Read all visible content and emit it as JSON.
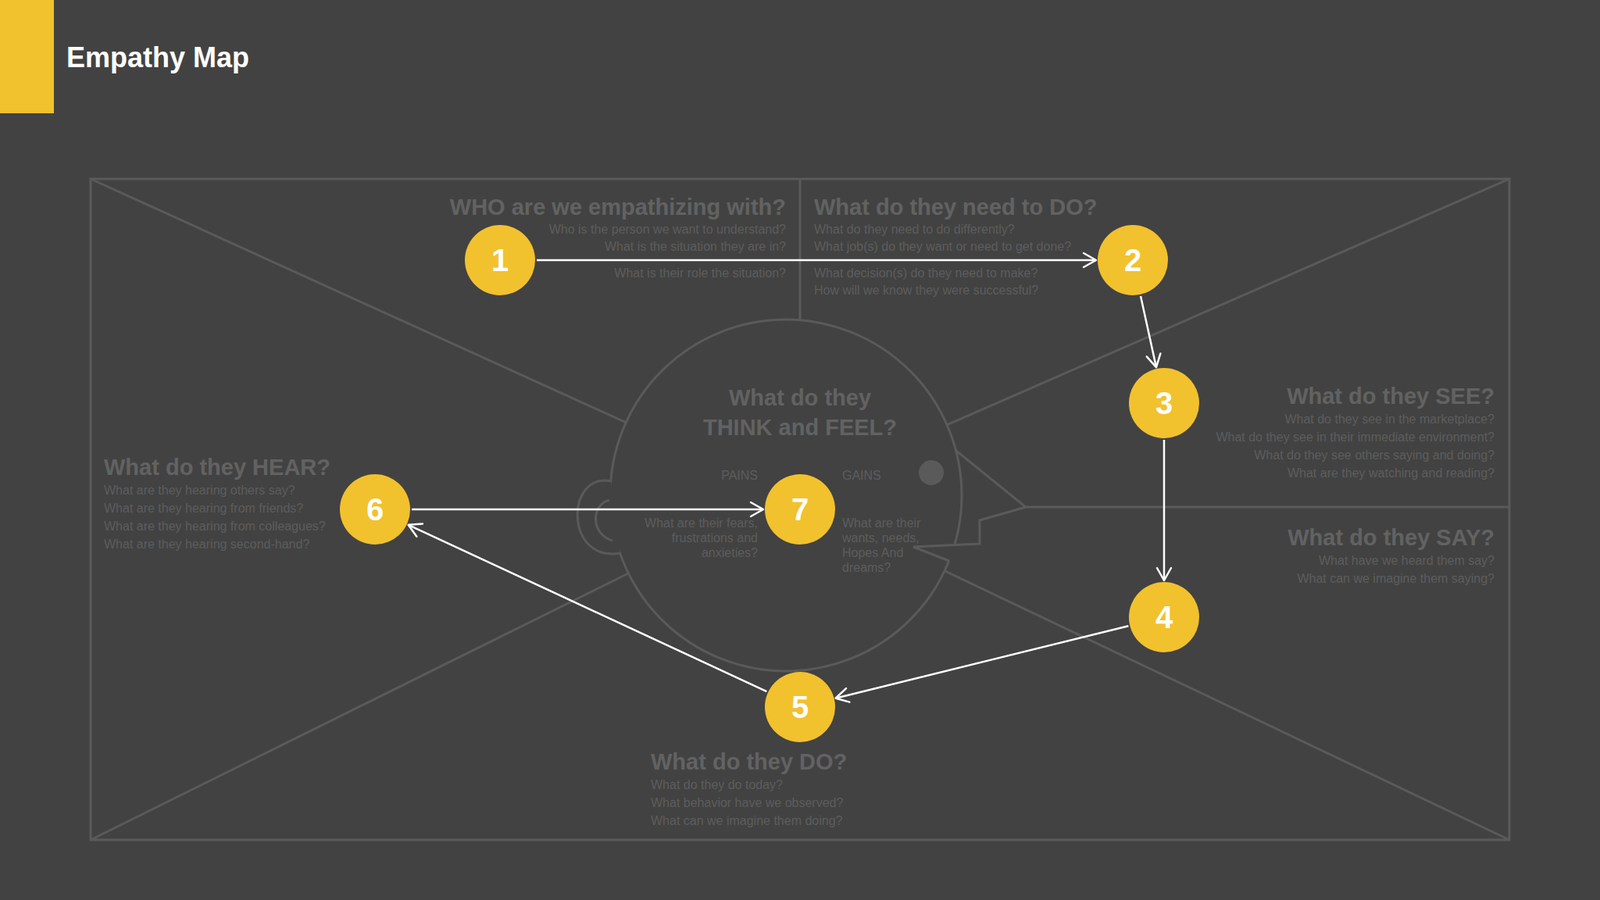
{
  "diagram": {
    "title": "Empathy Map",
    "nodes": [
      {
        "text": [
          "1"
        ]
      },
      {
        "text": [
          "2"
        ]
      },
      {
        "text": [
          "3"
        ]
      },
      {
        "text": [
          "4"
        ]
      },
      {
        "text": [
          "5"
        ]
      },
      {
        "text": [
          "6"
        ]
      },
      {
        "text": [
          "7"
        ]
      }
    ],
    "edges": [
      {
        "from": 0,
        "to": 1,
        "arrow": "to"
      },
      {
        "from": 1,
        "to": 2,
        "arrow": "to"
      },
      {
        "from": 2,
        "to": 3,
        "arrow": "to"
      },
      {
        "from": 3,
        "to": 4,
        "arrow": "to"
      },
      {
        "from": 4,
        "to": 5,
        "arrow": "to"
      },
      {
        "from": 5,
        "to": 6,
        "arrow": "to"
      }
    ],
    "labels": [
      "WHO are we empathizing with?",
      "Who is the person we want to understand?",
      "What is the situation they are in?",
      "What is their role the situation?",
      "What do they need to DO?",
      "What do they need to do differently?",
      "What job(s) do they want or need to get done?",
      "What decision(s) do they need to make?",
      "How will we know they were successful?",
      "What do they SEE?",
      "What do they see in the marketplace?",
      "What do they see in their immediate environment?",
      "What do they see others saying and doing?",
      "What are they watching and reading?",
      "What do they SAY?",
      "What have we heard them say?",
      "What can we imagine them saying?",
      "What do they THINK and FEEL?",
      "PAINS",
      "What are their fears, frustrations and anxieties?",
      "GAINS",
      "What are their wants, needs, Hopes And dreams?",
      "What do they HEAR?",
      "What are they hearing others say?",
      "What are they hearing from friends?",
      "What are they hearing from colleagues?",
      "What are they hearing second-hand?",
      "What do they DO?",
      "What do they do today?",
      "What behavior have we observed?",
      "What can we imagine them doing?"
    ]
  }
}
